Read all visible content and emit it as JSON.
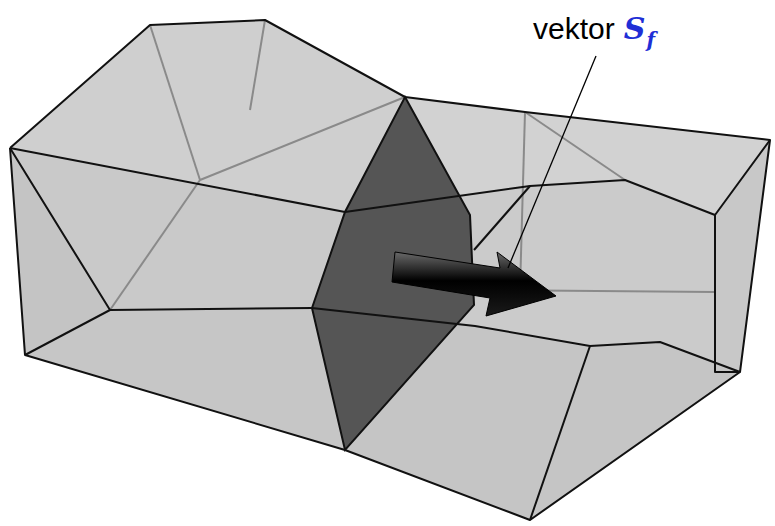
{
  "diagram": {
    "labels": [
      "vektor",
      "S",
      "f"
    ]
  }
}
